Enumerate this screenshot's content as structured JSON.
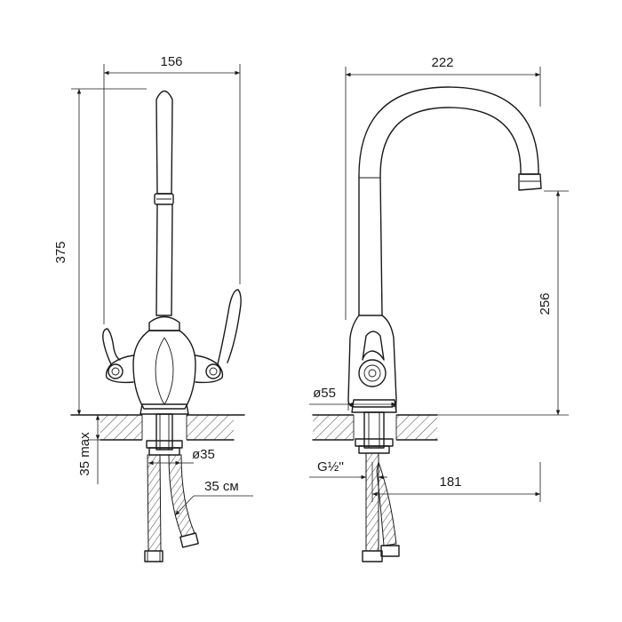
{
  "front_view": {
    "width_label": "156",
    "height_label": "375",
    "counter_max_label": "35 max",
    "hole_diameter_label": "ø35",
    "hose_length_label": "35 см"
  },
  "side_view": {
    "reach_label": "222",
    "spout_height_label": "256",
    "base_diameter_label": "ø55",
    "thread_label": "G½''",
    "offset_label": "181"
  }
}
